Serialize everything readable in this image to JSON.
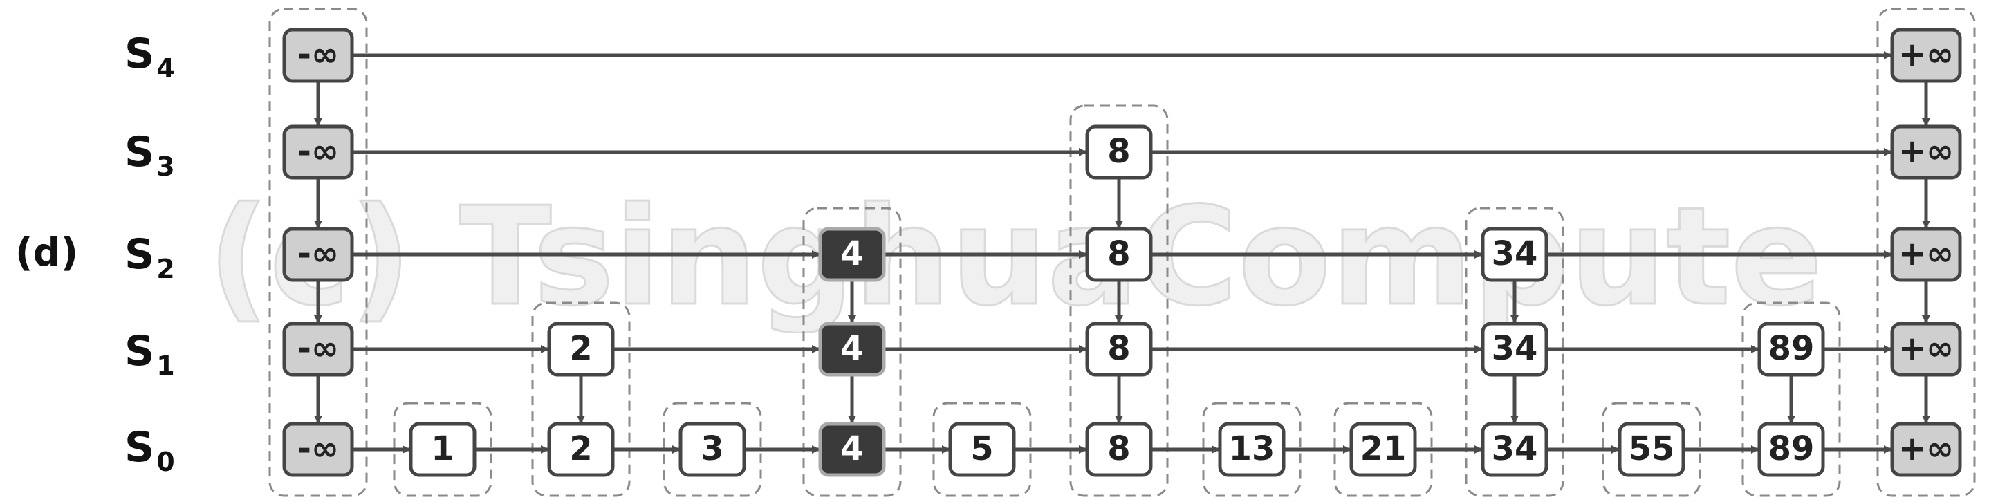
{
  "diagram": {
    "panel_label": "(d)",
    "watermark_text": "(c) TsinghuaComputer",
    "levels": [
      {
        "prefix": "S",
        "index": "4"
      },
      {
        "prefix": "S",
        "index": "3"
      },
      {
        "prefix": "S",
        "index": "2"
      },
      {
        "prefix": "S",
        "index": "1"
      },
      {
        "prefix": "S",
        "index": "0"
      }
    ],
    "columns": [
      {
        "key": "-∞",
        "height": 5,
        "kind": "sentinel"
      },
      {
        "key": "1",
        "height": 1,
        "kind": "normal"
      },
      {
        "key": "2",
        "height": 2,
        "kind": "normal"
      },
      {
        "key": "3",
        "height": 1,
        "kind": "normal"
      },
      {
        "key": "4",
        "height": 3,
        "kind": "highlight"
      },
      {
        "key": "5",
        "height": 1,
        "kind": "normal"
      },
      {
        "key": "8",
        "height": 4,
        "kind": "normal"
      },
      {
        "key": "13",
        "height": 1,
        "kind": "normal"
      },
      {
        "key": "21",
        "height": 1,
        "kind": "normal"
      },
      {
        "key": "34",
        "height": 3,
        "kind": "normal"
      },
      {
        "key": "55",
        "height": 1,
        "kind": "normal"
      },
      {
        "key": "89",
        "height": 2,
        "kind": "normal"
      },
      {
        "key": "+∞",
        "height": 5,
        "kind": "sentinel"
      }
    ],
    "colors": {
      "line": "#4a4a4a",
      "node_fill": "#ffffff",
      "node_border": "#454545",
      "sentinel_fill": "#cfcfcf",
      "highlight_fill": "#3a3a3a",
      "highlight_border": "#a9a9a9",
      "highlight_text": "#ffffff",
      "text": "#222222",
      "group_border": "#8a8a8a"
    }
  }
}
